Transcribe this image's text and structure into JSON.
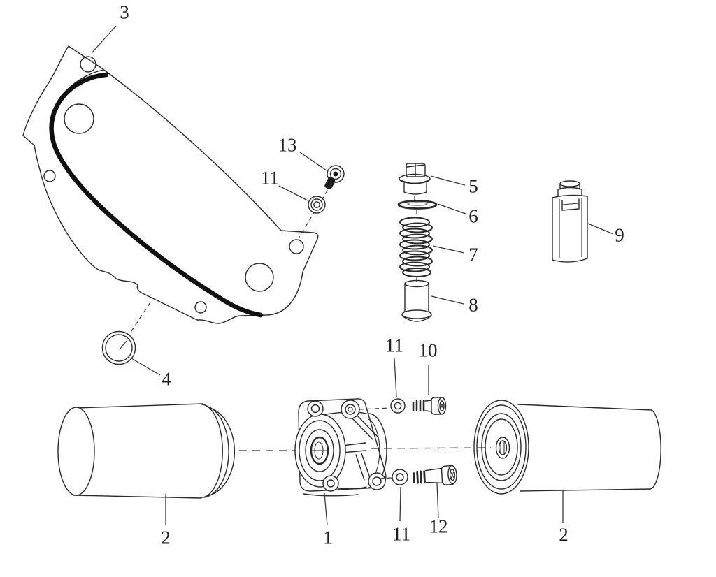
{
  "figure": {
    "kind": "exploded-parts-diagram",
    "background_color": "#ffffff",
    "line_color": "#2a2a2a",
    "gasket_color": "#101010"
  },
  "callouts": {
    "c3": "3",
    "c13": "13",
    "c11a": "11",
    "c4": "4",
    "c5": "5",
    "c6": "6",
    "c7": "7",
    "c8": "8",
    "c9": "9",
    "c11b": "11",
    "c10": "10",
    "c2a": "2",
    "c1": "1",
    "c11c": "11",
    "c12": "12",
    "c2b": "2"
  }
}
